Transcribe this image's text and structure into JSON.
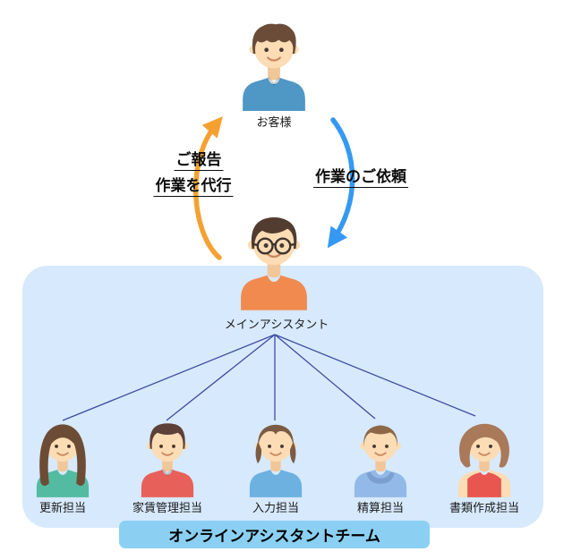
{
  "customer": {
    "label": "お客様",
    "avatar_icon": "man-polo-avatar",
    "hair_color": "#6a4c39",
    "shirt_color": "#4f97c4"
  },
  "arrows": {
    "report": {
      "line1": "ご報告",
      "line2": "作業を代行",
      "color": "#f5a132",
      "direction": "assistant-to-customer"
    },
    "request": {
      "label": "作業のご依頼",
      "color": "#3599f2",
      "direction": "customer-to-assistant"
    }
  },
  "main_assistant": {
    "label": "メインアシスタント",
    "avatar_icon": "man-glasses-avatar",
    "hair_color": "#523c30",
    "shirt_color": "#f08a4f"
  },
  "team": {
    "box_color": "#d7e9fc",
    "connector_color": "#3b4da0",
    "banner": {
      "label": "オンラインアシスタントチーム",
      "color": "#8bd0f2"
    },
    "members": [
      {
        "label": "更新担当",
        "avatar_icon": "woman-long-hair-avatar",
        "hair_color": "#6d4c35",
        "shirt_color": "#53bba1"
      },
      {
        "label": "家賃管理担当",
        "avatar_icon": "man-short-hair-avatar",
        "hair_color": "#5d4037",
        "shirt_color": "#e8605a"
      },
      {
        "label": "入力担当",
        "avatar_icon": "woman-wavy-hair-avatar",
        "hair_color": "#7b5b43",
        "shirt_color": "#6cb1e0"
      },
      {
        "label": "精算担当",
        "avatar_icon": "boy-hoodie-avatar",
        "hair_color": "#8d6748",
        "shirt_color": "#93b9e8"
      },
      {
        "label": "書類作成担当",
        "avatar_icon": "woman-bob-avatar",
        "hair_color": "#a9795a",
        "shirt_color": "#e8564f"
      }
    ]
  }
}
